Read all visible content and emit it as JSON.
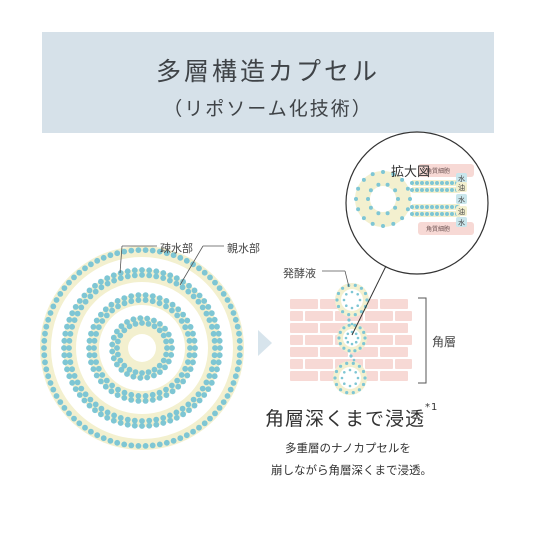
{
  "banner": {
    "title": "多層構造カプセル",
    "subtitle": "（リポソーム化技術）"
  },
  "labels": {
    "hydrophobic": "疎水部",
    "hydrophilic": "親水部",
    "ferment": "発酵液",
    "stratum": "角層",
    "zoom": "拡大図",
    "cell1": "角質細胞",
    "cell2": "角質細胞",
    "water1": "水",
    "oil1": "油",
    "water2": "水",
    "oil2": "油",
    "water3": "水"
  },
  "text": {
    "heading": "角層深くまで浸透",
    "footnote": "*1",
    "line1": "多重層のナノカプセルを",
    "line2": "崩しながら角層深くまで浸透。"
  },
  "colors": {
    "banner": "#d6e1e9",
    "head": "#7ec6d4",
    "tail": "#f3f0cf",
    "brick": "#f7d9d5",
    "arrow": "#d7e4ec"
  }
}
